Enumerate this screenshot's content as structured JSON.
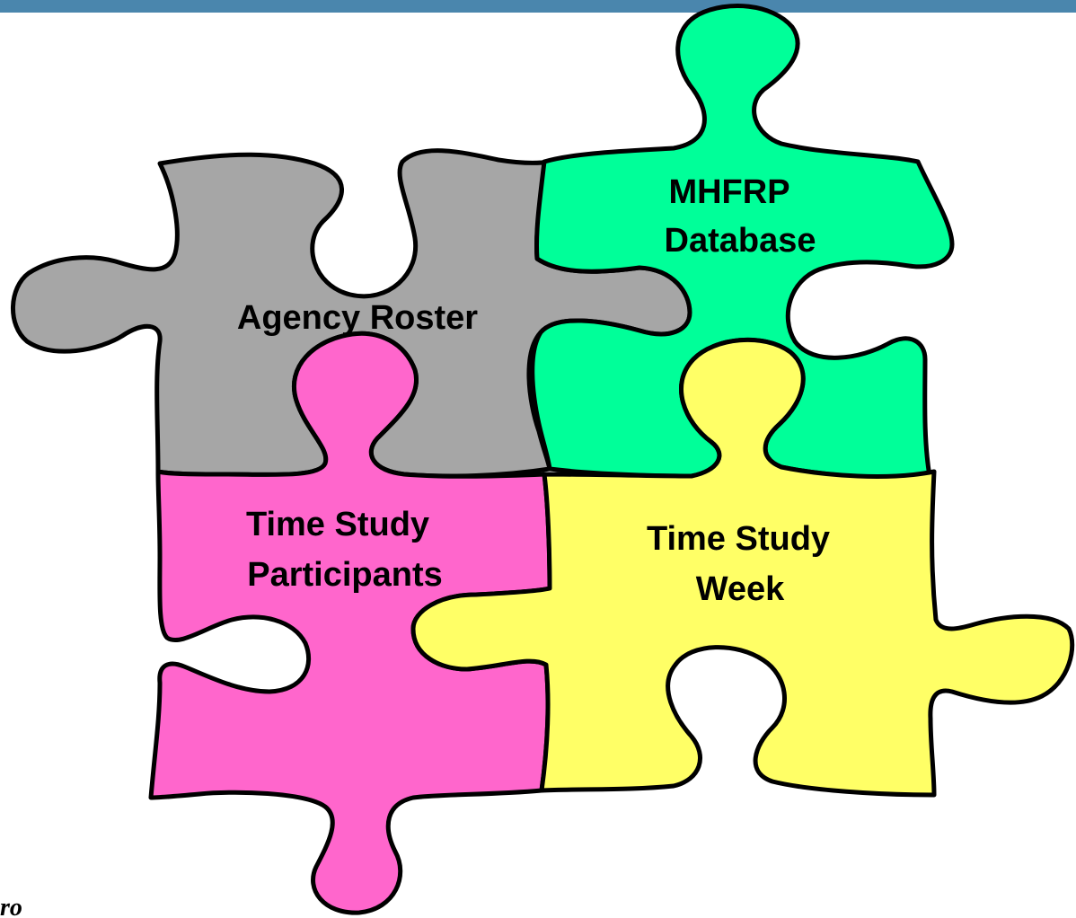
{
  "colors": {
    "top_bar": "#4a86ad",
    "agency_roster": "#a6a6a6",
    "mhfrp_database": "#00ff99",
    "time_study_participants": "#ff66cc",
    "time_study_week": "#ffff66",
    "outline": "#000000"
  },
  "pieces": {
    "agency_roster": {
      "line1": "Agency Roster"
    },
    "mhfrp_database": {
      "line1": "MHFRP",
      "line2": "Database"
    },
    "time_study_participants": {
      "line1": "Time Study",
      "line2": "Participants"
    },
    "time_study_week": {
      "line1": "Time Study",
      "line2": "Week"
    }
  },
  "corner_logo": {
    "text": "ro"
  }
}
